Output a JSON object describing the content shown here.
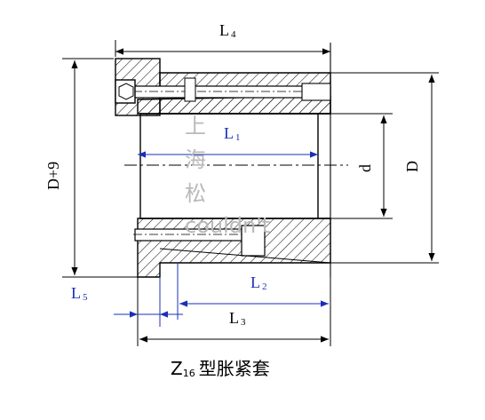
{
  "diagram": {
    "labels": {
      "L4": {
        "main": "L",
        "sub": "4"
      },
      "L1": {
        "main": "L",
        "sub": "1"
      },
      "L2": {
        "main": "L",
        "sub": "2"
      },
      "L3": {
        "main": "L",
        "sub": "3"
      },
      "L5": {
        "main": "L",
        "sub": "5"
      },
      "D_plus_9": "D+9",
      "d": "d",
      "D": "D"
    },
    "watermark": [
      "上",
      "海",
      "松",
      "couldn't"
    ],
    "caption": {
      "prefix": "Z",
      "sub": "16",
      "text": "型胀紧套"
    },
    "colors": {
      "outline": "#000000",
      "blue_dim": "#1a2fb8",
      "watermark": "#b9b9b9"
    }
  }
}
